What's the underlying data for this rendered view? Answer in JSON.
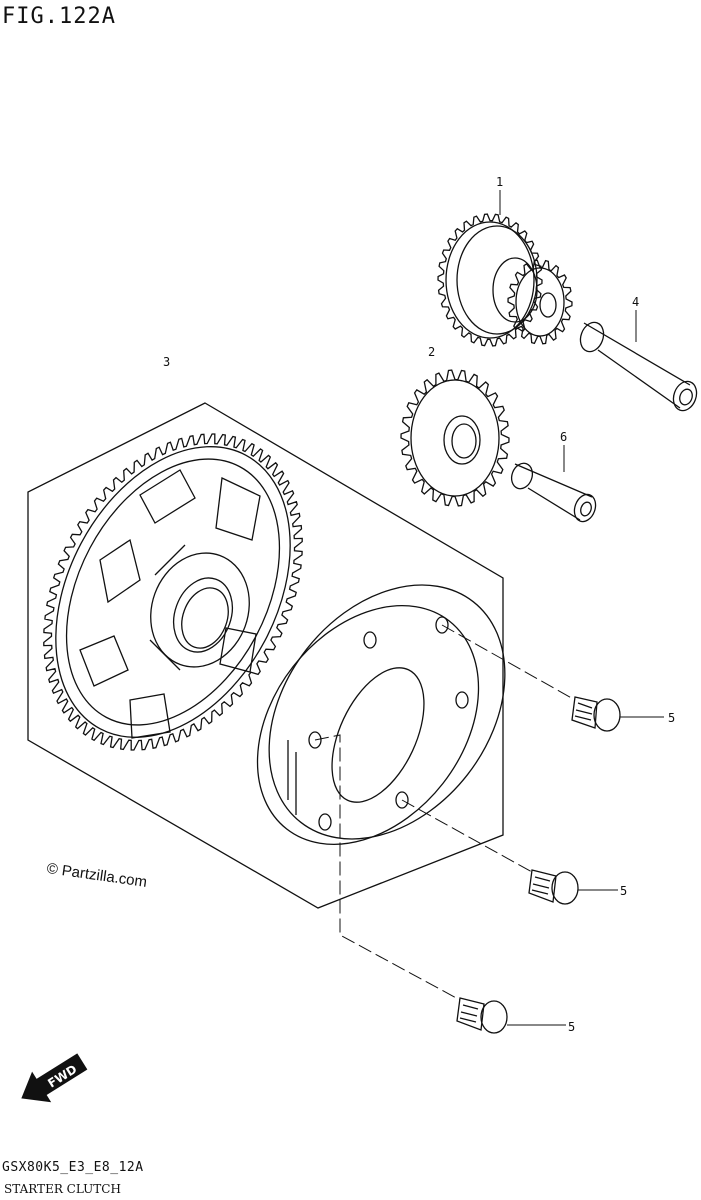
{
  "figure_title": "FIG.122A",
  "model_code": "GSX80K5_E3_E8_12A",
  "caption": "STARTER CLUTCH",
  "copyright": "© Partzilla.com",
  "fwd_label": "FWD",
  "callouts": {
    "c1": "1",
    "c2": "2",
    "c3": "3",
    "c4": "4",
    "c5a": "5",
    "c5b": "5",
    "c5c": "5",
    "c6": "6"
  }
}
